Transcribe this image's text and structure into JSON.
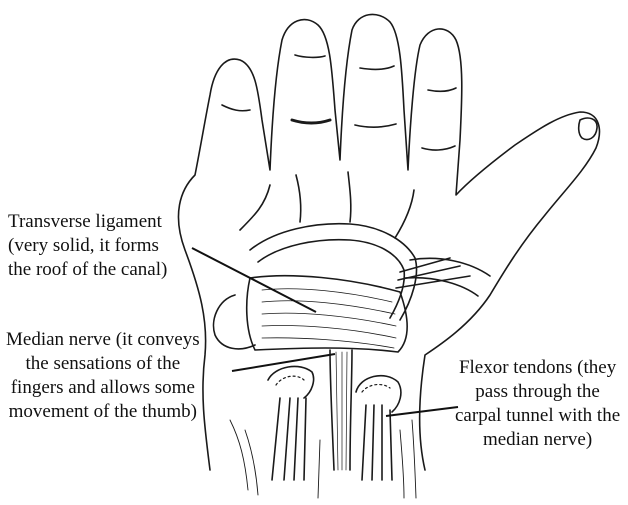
{
  "labels": {
    "transverse": [
      "Transverse ligament",
      "(very solid, it forms",
      "the roof of the canal)"
    ],
    "median": [
      "Median nerve (it conveys",
      "the sensations of the",
      "fingers and allows some",
      "movement of the thumb)"
    ],
    "flexor": [
      "Flexor tendons (they",
      "pass through the",
      "carpal tunnel with the",
      "median nerve)"
    ]
  },
  "colors": {
    "ink": "#111111",
    "paper": "#ffffff"
  }
}
